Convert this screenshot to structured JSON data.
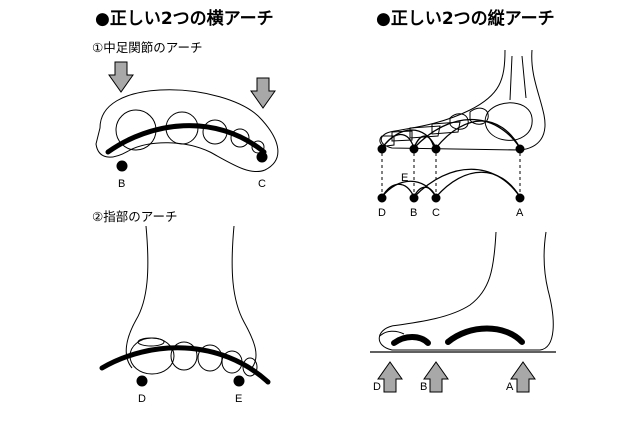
{
  "left": {
    "title": "●正しい2つの横アーチ",
    "sections": [
      {
        "title": "①中足関節のアーチ",
        "points": [
          "B",
          "C"
        ]
      },
      {
        "title": "②指部のアーチ",
        "points": [
          "D",
          "E"
        ]
      }
    ]
  },
  "right": {
    "title": "●正しい2つの縦アーチ",
    "points_top": [
      "D",
      "B",
      "C",
      "A"
    ],
    "point_mid": "E",
    "arrows": [
      "D",
      "B",
      "A"
    ]
  },
  "colors": {
    "arrow_fill": "#a8a8a8",
    "ink": "#000000"
  }
}
